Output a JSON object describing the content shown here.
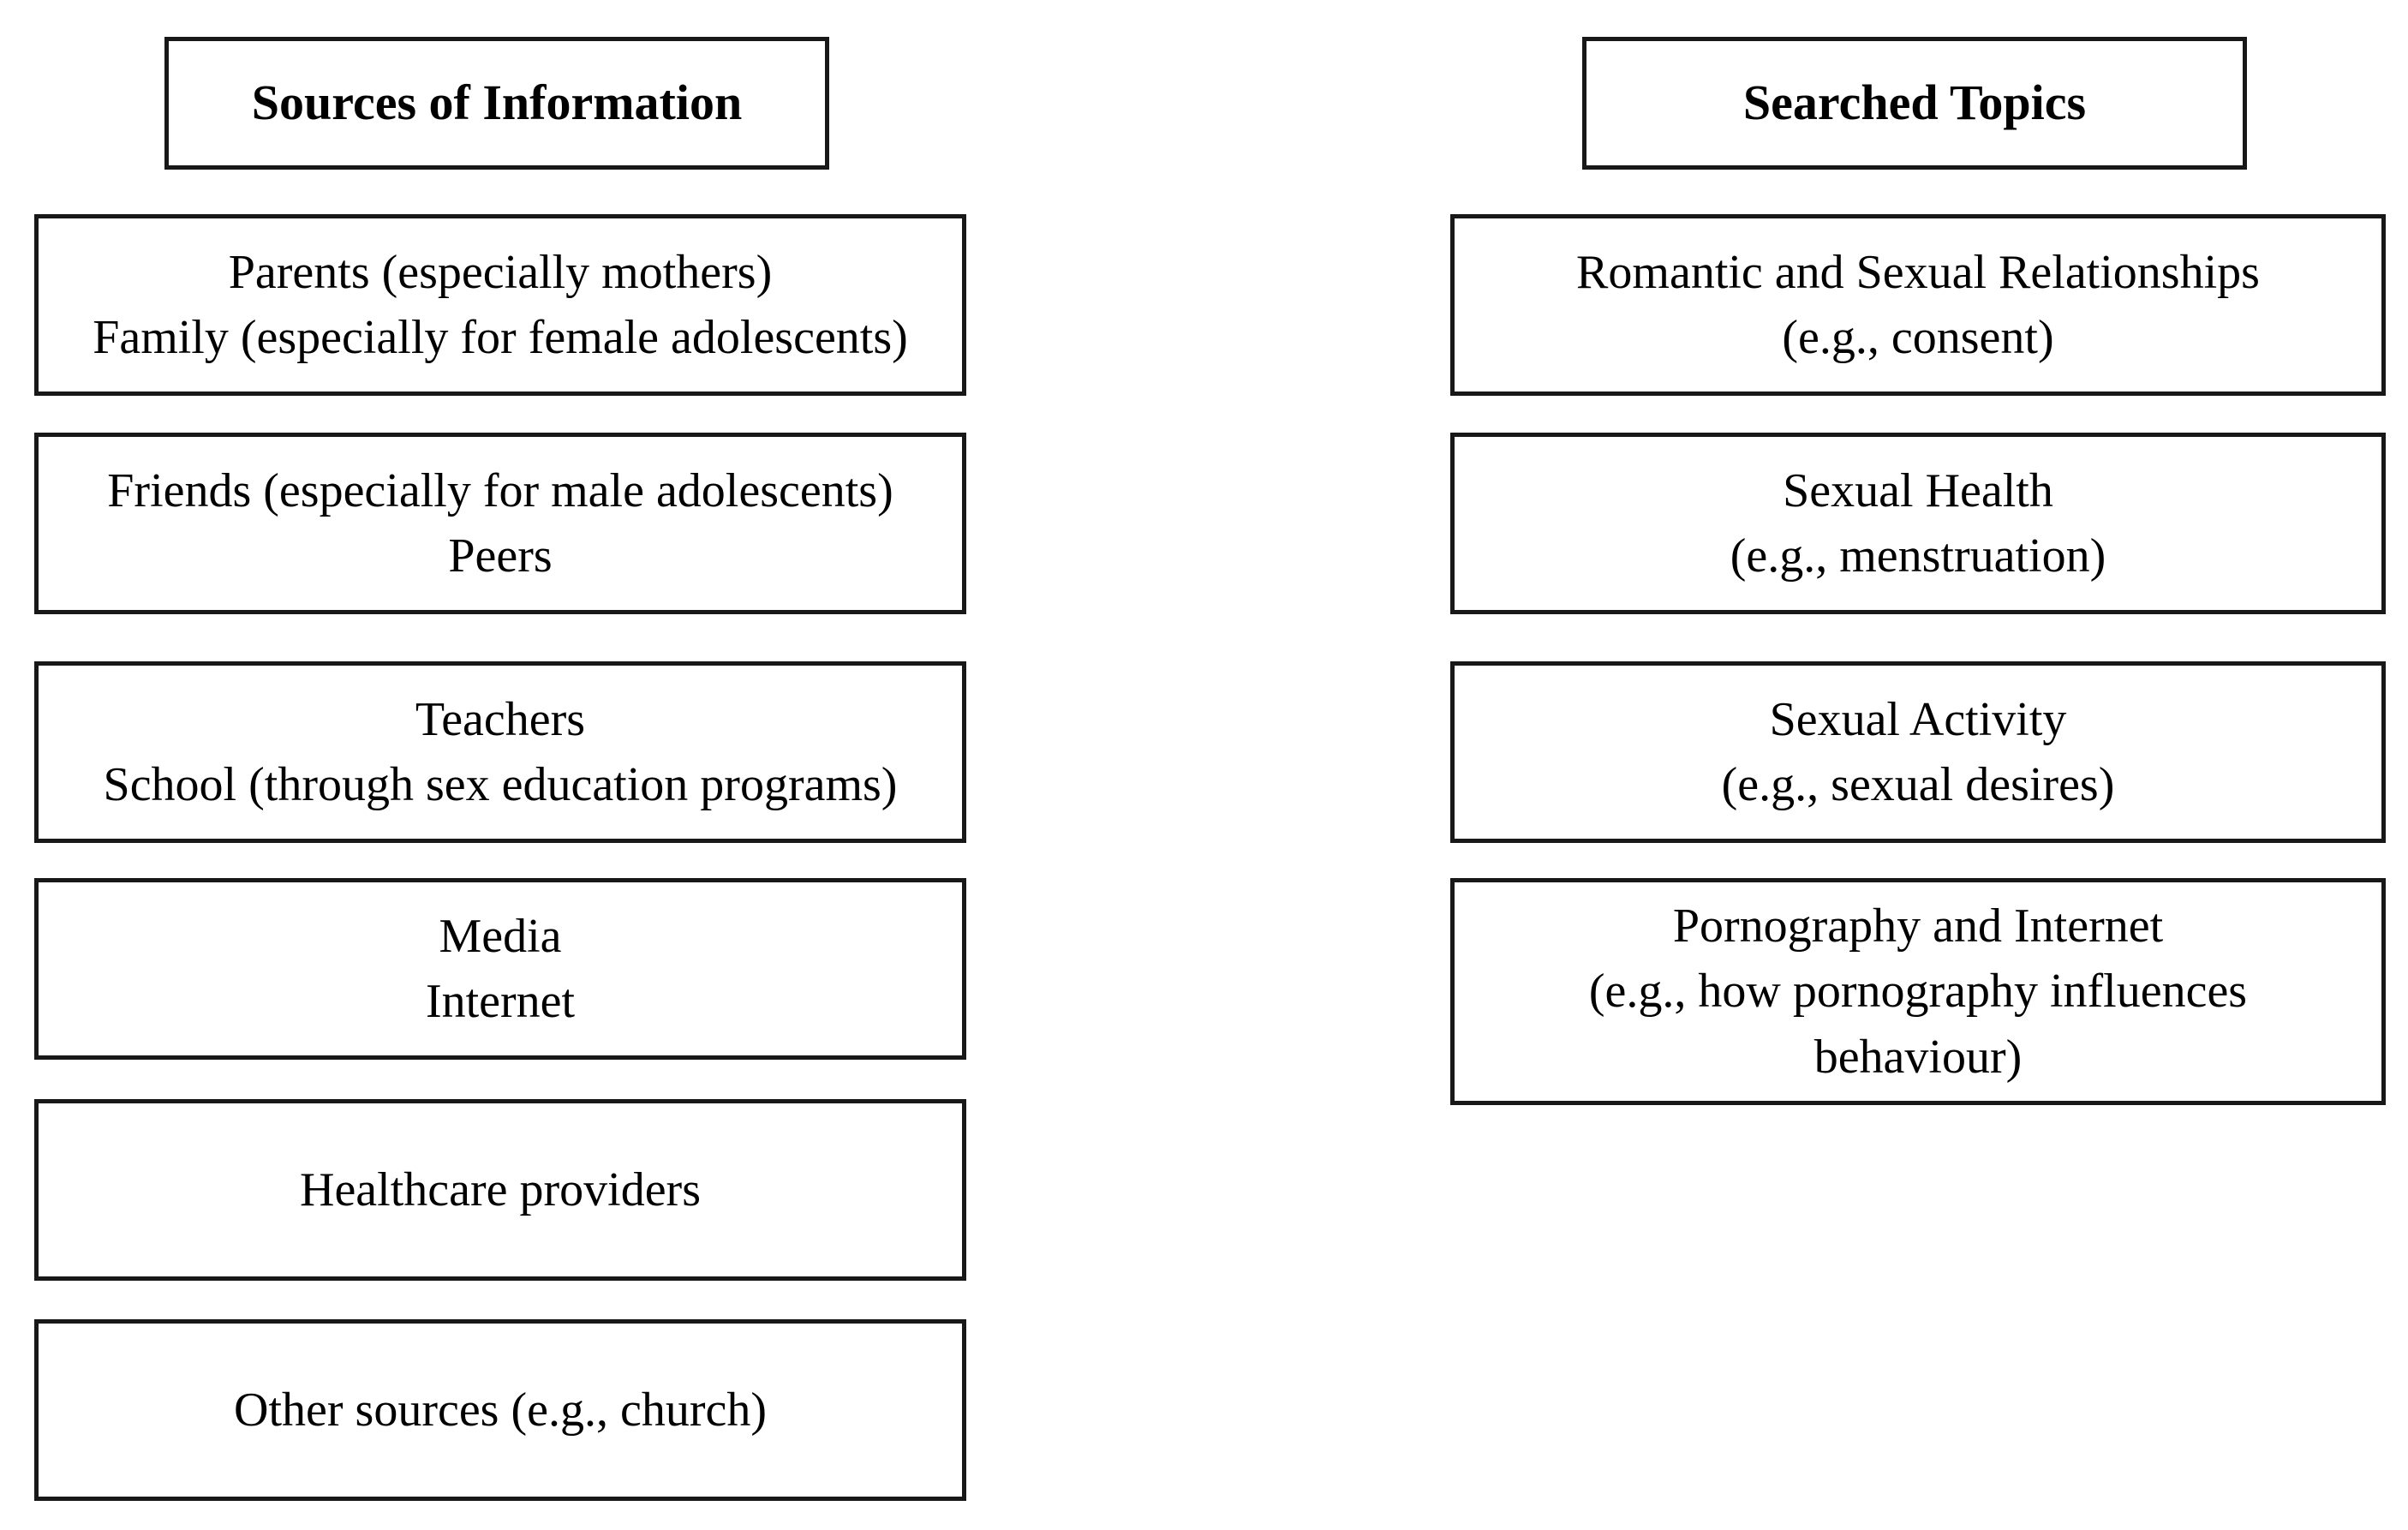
{
  "figure": {
    "columns": {
      "sources": {
        "header": "Sources of Information",
        "boxes": [
          {
            "lines": [
              "Parents (especially mothers)",
              "Family (especially for female adolescents)"
            ]
          },
          {
            "lines": [
              "Friends (especially for male adolescents)",
              "Peers"
            ]
          },
          {
            "lines": [
              "Teachers",
              "School (through sex education programs)"
            ]
          },
          {
            "lines": [
              "Media",
              "Internet"
            ]
          },
          {
            "lines": [
              "Healthcare providers"
            ]
          },
          {
            "lines": [
              "Other sources (e.g., church)"
            ]
          }
        ]
      },
      "topics": {
        "header": "Searched Topics",
        "boxes": [
          {
            "lines": [
              "Romantic and Sexual Relationships",
              "(e.g., consent)"
            ]
          },
          {
            "lines": [
              "Sexual Health",
              "(e.g., menstruation)"
            ]
          },
          {
            "lines": [
              "Sexual Activity",
              "(e.g., sexual desires)"
            ]
          },
          {
            "lines": [
              "Pornography and Internet",
              "(e.g., how pornography influences behaviour)"
            ]
          }
        ]
      }
    },
    "colors": {
      "border": "#181818",
      "text": "#000000",
      "background": "#ffffff"
    }
  }
}
